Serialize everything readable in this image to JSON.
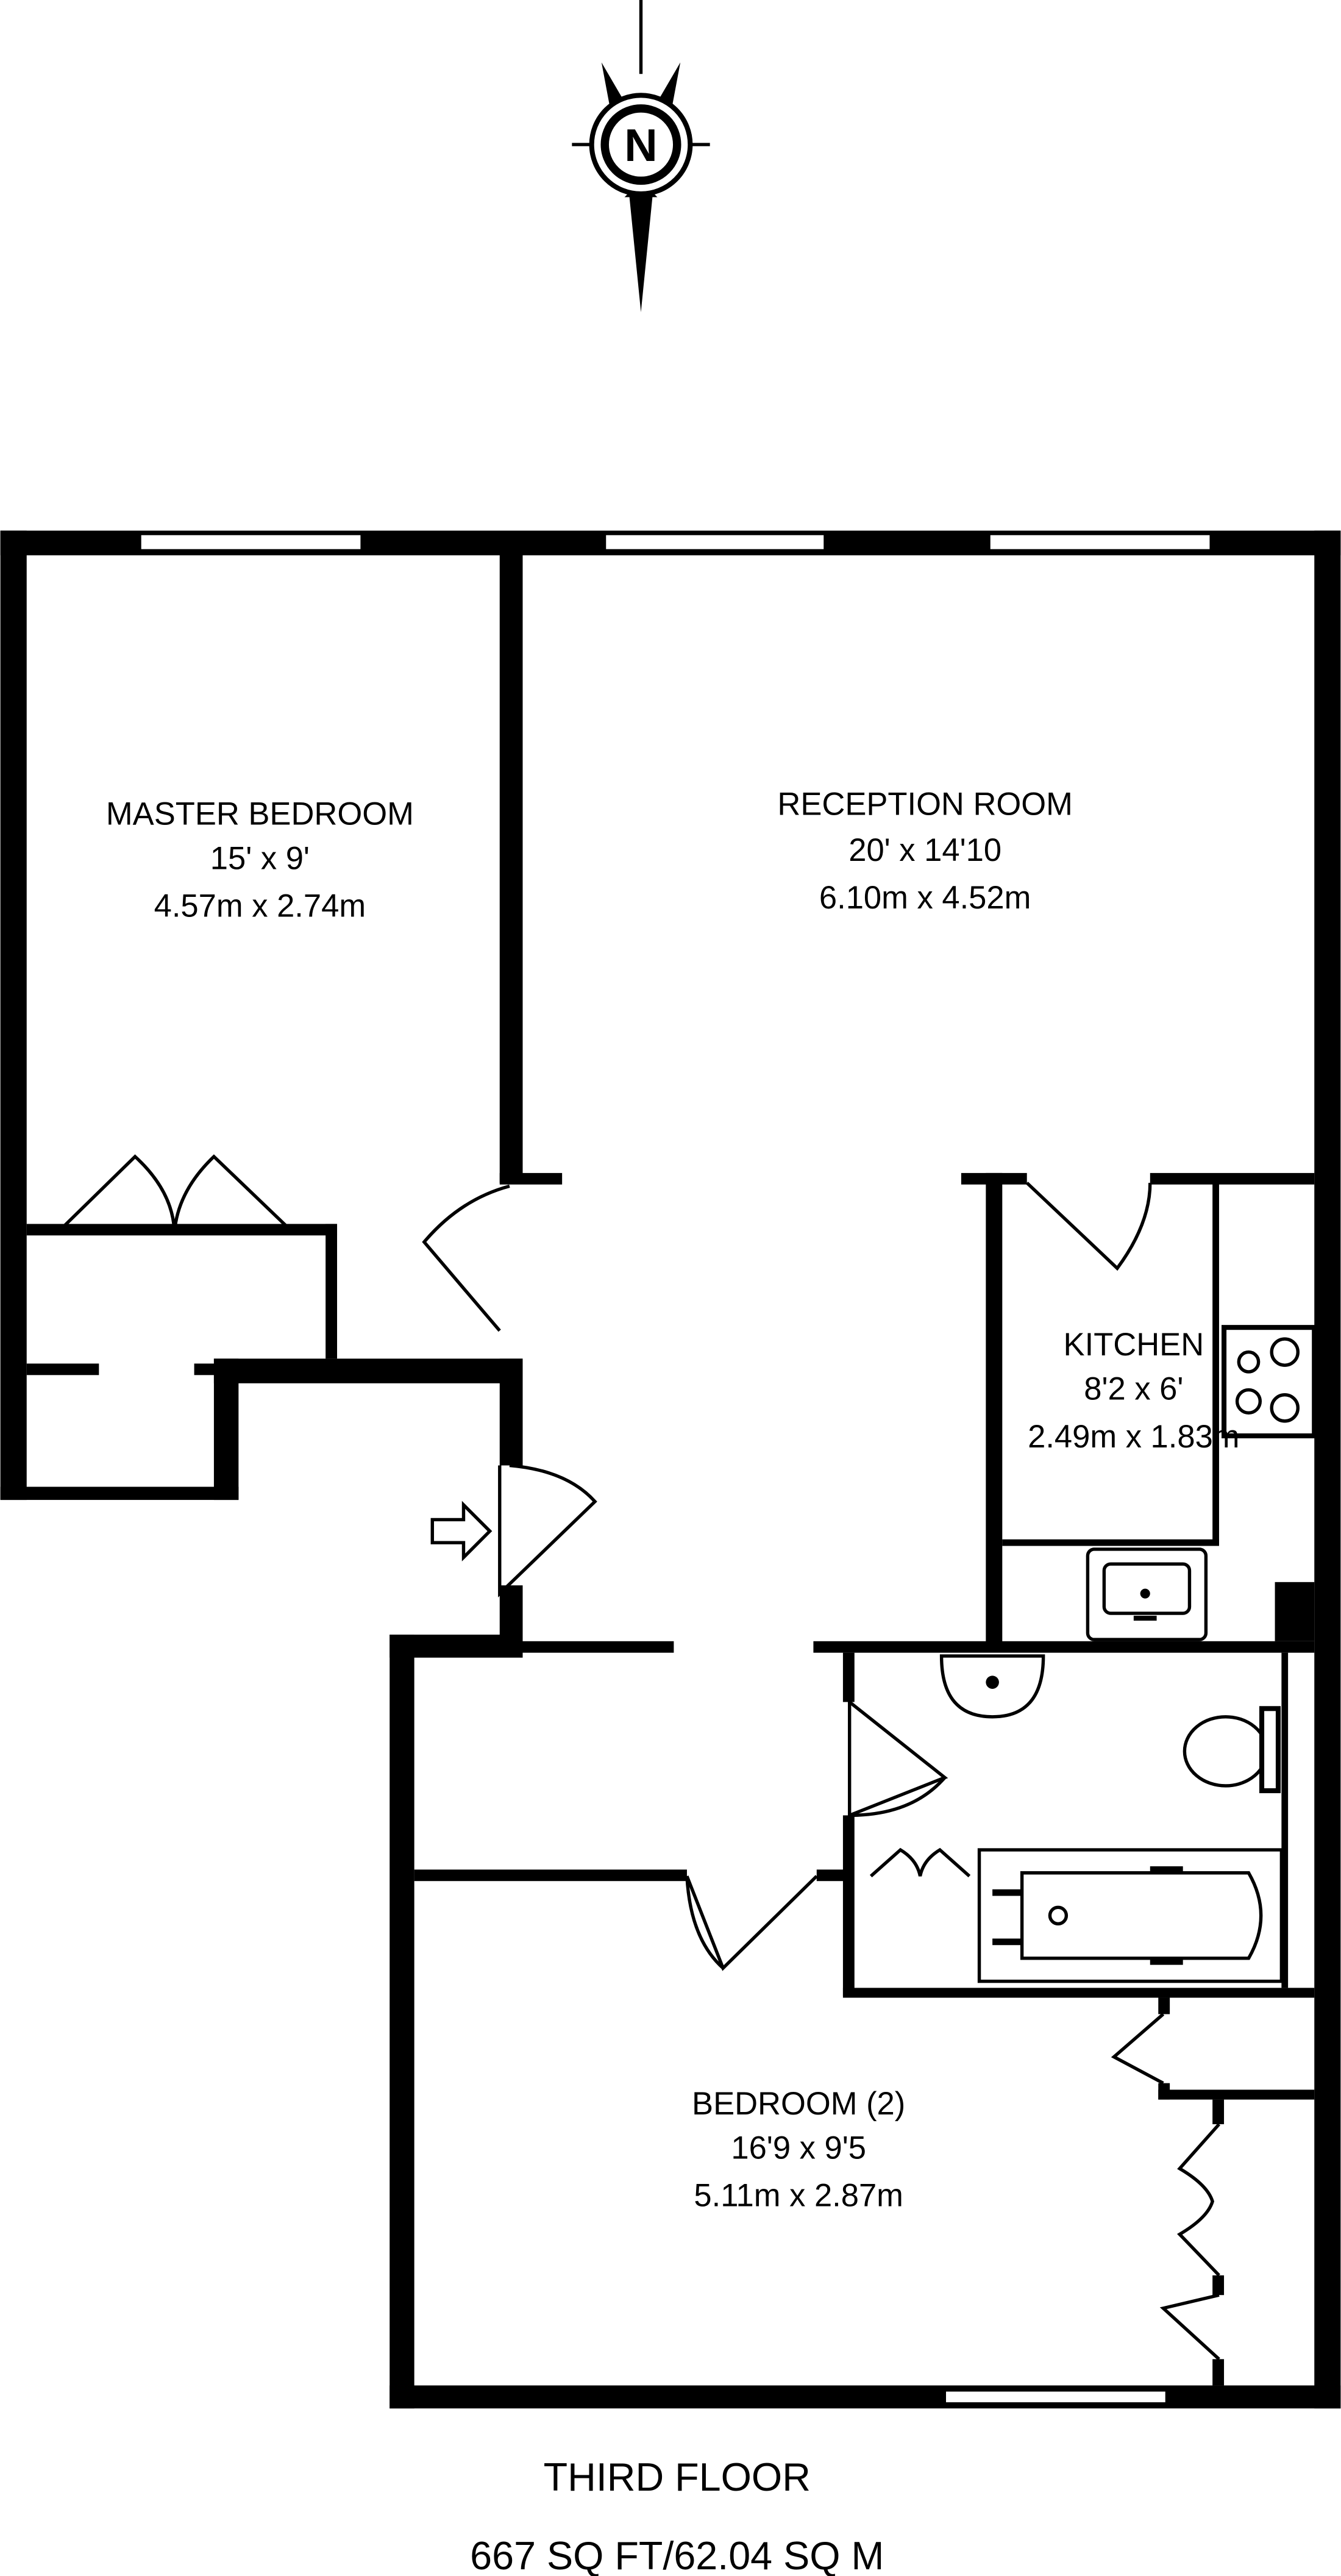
{
  "compass": {
    "label": "N"
  },
  "rooms": {
    "master_bedroom": {
      "name": "MASTER BEDROOM",
      "imperial": "15' x 9'",
      "metric": "4.57m x 2.74m"
    },
    "reception_room": {
      "name": "RECEPTION ROOM",
      "imperial": "20' x 14'10",
      "metric": "6.10m x 4.52m"
    },
    "kitchen": {
      "name": "KITCHEN",
      "imperial": "8'2 x 6'",
      "metric": "2.49m x 1.83m"
    },
    "bedroom_2": {
      "name": "BEDROOM (2)",
      "imperial": "16'9 x 9'5",
      "metric": "5.11m x 2.87m"
    }
  },
  "footer": {
    "floor": "THIRD FLOOR",
    "area": "667 SQ FT/62.04 SQ M"
  },
  "colors": {
    "walls": "#000000",
    "background": "#ffffff"
  }
}
